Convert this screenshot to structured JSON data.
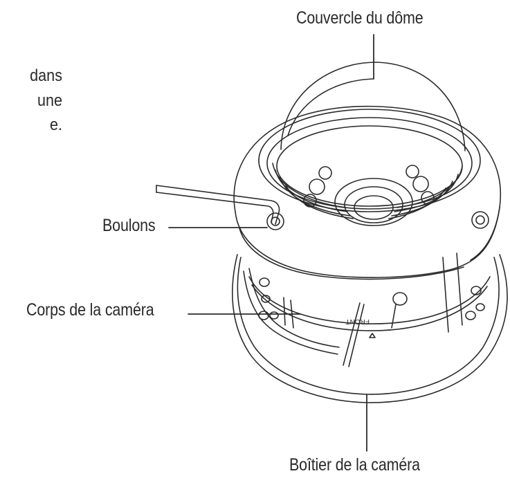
{
  "body_text": [
    "dans",
    "une",
    "e."
  ],
  "labels": {
    "dome_cover": "Couvercle du dôme",
    "bolts": "Boulons",
    "camera_body": "Corps de la caméra",
    "camera_housing": "Boîtier de la caméra",
    "front_mark": "FRONT"
  },
  "colors": {
    "line": "#2b2b2b",
    "text": "#2a2a2a",
    "background": "#ffffff"
  }
}
